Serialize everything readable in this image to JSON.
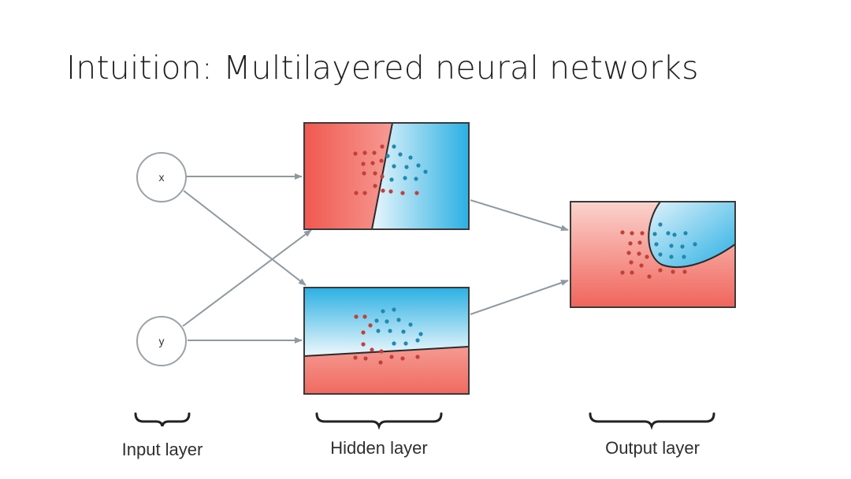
{
  "slide": {
    "title": "Intuition: Multilayered neural networks"
  },
  "input_nodes": [
    {
      "label": "x"
    },
    {
      "label": "y"
    }
  ],
  "layer_labels": {
    "input": "Input layer",
    "hidden": "Hidden layer",
    "output": "Output layer"
  },
  "colors": {
    "red_class": "#f0584f",
    "blue_class": "#2bb0e3",
    "red_dot": "#c0413a",
    "blue_dot": "#1f8ab0",
    "arrow": "#8e9aa2",
    "frame": "#3a3a3a"
  }
}
